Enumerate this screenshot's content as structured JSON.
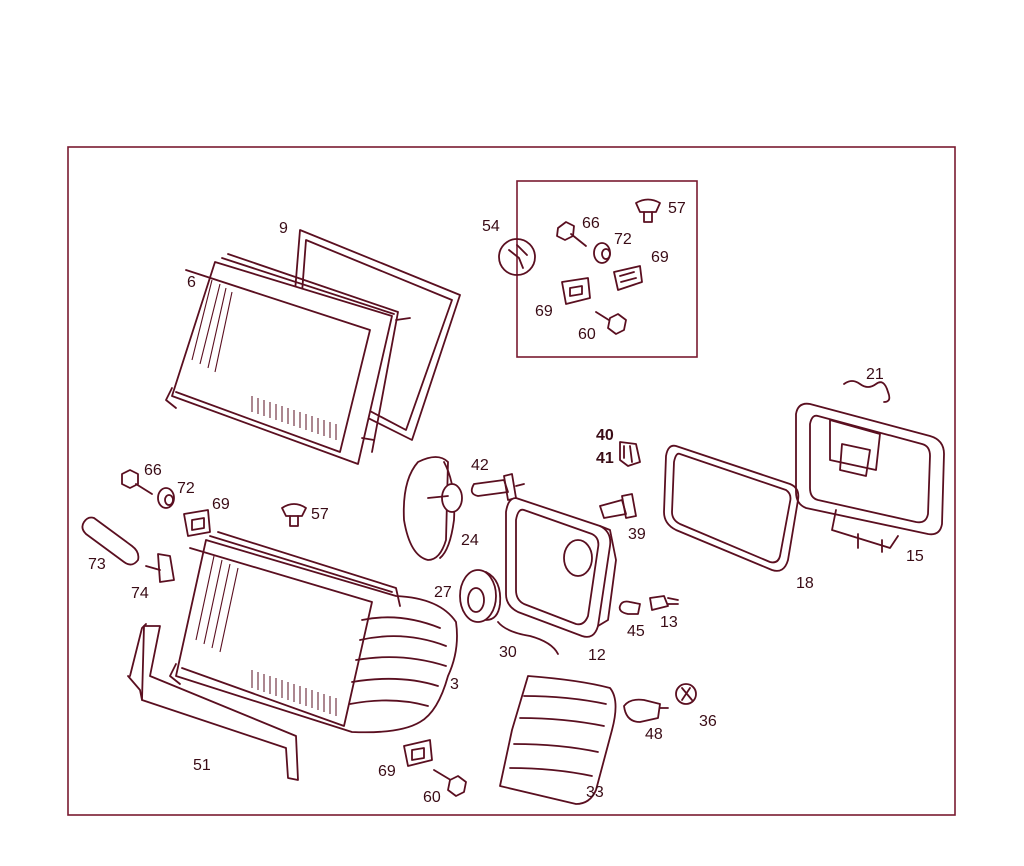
{
  "diagram": {
    "colors": {
      "line": "#5a0f20",
      "frame": "#7a1a30",
      "text": "#3a0c16",
      "background": "#ffffff"
    },
    "callouts": {
      "c9": "9",
      "c6": "6",
      "c54": "54",
      "c66_top": "66",
      "c72_top": "72",
      "c57_top": "57",
      "c69_top_right": "69",
      "c69_top_left": "69",
      "c60_top": "60",
      "c21": "21",
      "c40": "40",
      "c41": "41",
      "c42": "42",
      "c39": "39",
      "c24": "24",
      "c18": "18",
      "c15": "15",
      "c66_left": "66",
      "c72_left": "72",
      "c69_left": "69",
      "c57_mid": "57",
      "c73": "73",
      "c74": "74",
      "c27": "27",
      "c30": "30",
      "c12": "12",
      "c45": "45",
      "c13": "13",
      "c3": "3",
      "c51": "51",
      "c48": "48",
      "c36": "36",
      "c69_bottom": "69",
      "c60_bottom": "60",
      "c33": "33"
    }
  }
}
